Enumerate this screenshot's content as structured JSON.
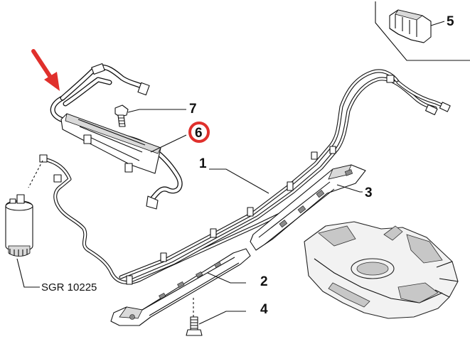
{
  "callouts": {
    "part_1": "1",
    "part_2": "2",
    "part_3": "3",
    "part_4": "4",
    "part_5": "5",
    "part_6": "6",
    "part_7": "7"
  },
  "filter_code": "SGR 10225",
  "colors": {
    "arrow": "#e0302c",
    "highlight_ring": "#e0302c",
    "line": "#111111"
  },
  "icons": {
    "arrow": "pointer-arrow-icon"
  }
}
